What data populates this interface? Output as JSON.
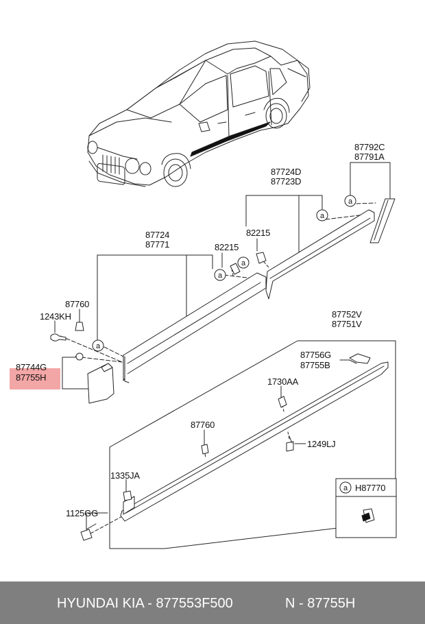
{
  "callout_letter": "a",
  "labels": {
    "p_87792c": "87792C",
    "p_87791a": "87791A",
    "p_87724d": "87724D",
    "p_87723d": "87723D",
    "p_87724": "87724",
    "p_87771": "87771",
    "p_82215_a": "82215",
    "p_82215_b": "82215",
    "p_87760_a": "87760",
    "p_1243kh": "1243KH",
    "p_87752v": "87752V",
    "p_87751v": "87751V",
    "p_87744g": "87744G",
    "p_87755h": "87755H",
    "p_87756g": "87756G",
    "p_87755b": "87755B",
    "p_1730aa": "1730AA",
    "p_87760_b": "87760",
    "p_1249lj": "1249LJ",
    "p_1335ja": "1335JA",
    "p_1125gg": "1125GG",
    "p_h87770": "H87770"
  },
  "footer": {
    "brand": "HYUNDAI  KIA - 877553F500",
    "code": "N - 87755H"
  }
}
